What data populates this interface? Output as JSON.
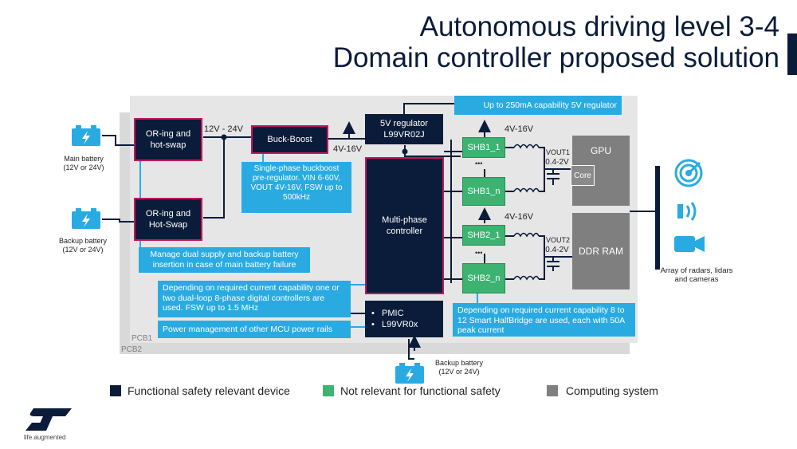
{
  "title": {
    "line1": "Autonomous driving level 3-4",
    "line2": "Domain controller proposed solution"
  },
  "pcb": {
    "pcb1": "PCB1",
    "pcb2": "PCB2"
  },
  "blocks": {
    "oring1": "OR-ing and hot-swap",
    "oring2": "OR-ing and Hot-Swap",
    "buckboost": "Buck-Boost",
    "reg5v_line1": "5V regulator",
    "reg5v_line2": "L99VR02J",
    "multiphase": "Multi-phase controller",
    "pmic_1": "PMIC",
    "pmic_2": "L99VR0x",
    "shb1_1": "SHB1_1",
    "shb1_n": "SHB1_n",
    "shb2_1": "SHB2_1",
    "shb2_n": "SHB2_n",
    "gpu": "GPU",
    "core": "Core",
    "ddr": "DDR RAM"
  },
  "labels": {
    "v12_24": "12V - 24V",
    "v4_16_bb": "4V-16V",
    "v4_16_a": "4V-16V",
    "v4_16_b": "4V-16V",
    "vout1": "VOUT1",
    "vout1_range": "0.4-2V",
    "vout2": "VOUT2",
    "vout2_range": "0.4-2V",
    "dots": "•••",
    "main_battery": "Main battery (12V or 24V)",
    "backup_battery_left": "Backup battery (12V or 24V)",
    "backup_battery_bottom": "Backup battery (12V or 24V)",
    "sensors": "Array of radars, lidars and cameras"
  },
  "notes": {
    "top_5v": "Up to 250mA capability 5V regulator",
    "buckboost": "Single-phase buckboost pre-regulator. VIN 6-60V, VOUT 4V-16V, FSW up to 500kHz",
    "dual_supply": "Manage dual supply and backup battery insertion in case of main battery failure",
    "current_cap": "Depending on required current capability one or two dual-loop 8-phase digital controllers are used. FSW up to 1.5 MHz",
    "power_mgmt": "Power management of other MCU power rails",
    "halfbridge": "Depending on required current capability 8 to 12 Smart HalfBridge are used, each with 50A peak current"
  },
  "legend": [
    {
      "label": "Functional safety relevant device",
      "color": "#0b1c3a"
    },
    {
      "label": "Not relevant for functional safety",
      "color": "#3cb371"
    },
    {
      "label": "Computing system",
      "color": "#7f7f7f"
    }
  ],
  "logo": {
    "text": "ST",
    "tagline": "life.augmented"
  },
  "colors": {
    "navy": "#0b1c3a",
    "green": "#3cb371",
    "gray": "#7f7f7f",
    "note": "#29abe2",
    "accent": "#c2185b"
  },
  "icons": [
    "battery-icon",
    "radar-icon",
    "lidar-icon",
    "camera-icon",
    "inductor-icon",
    "capacitor-icon",
    "st-logo-icon"
  ]
}
